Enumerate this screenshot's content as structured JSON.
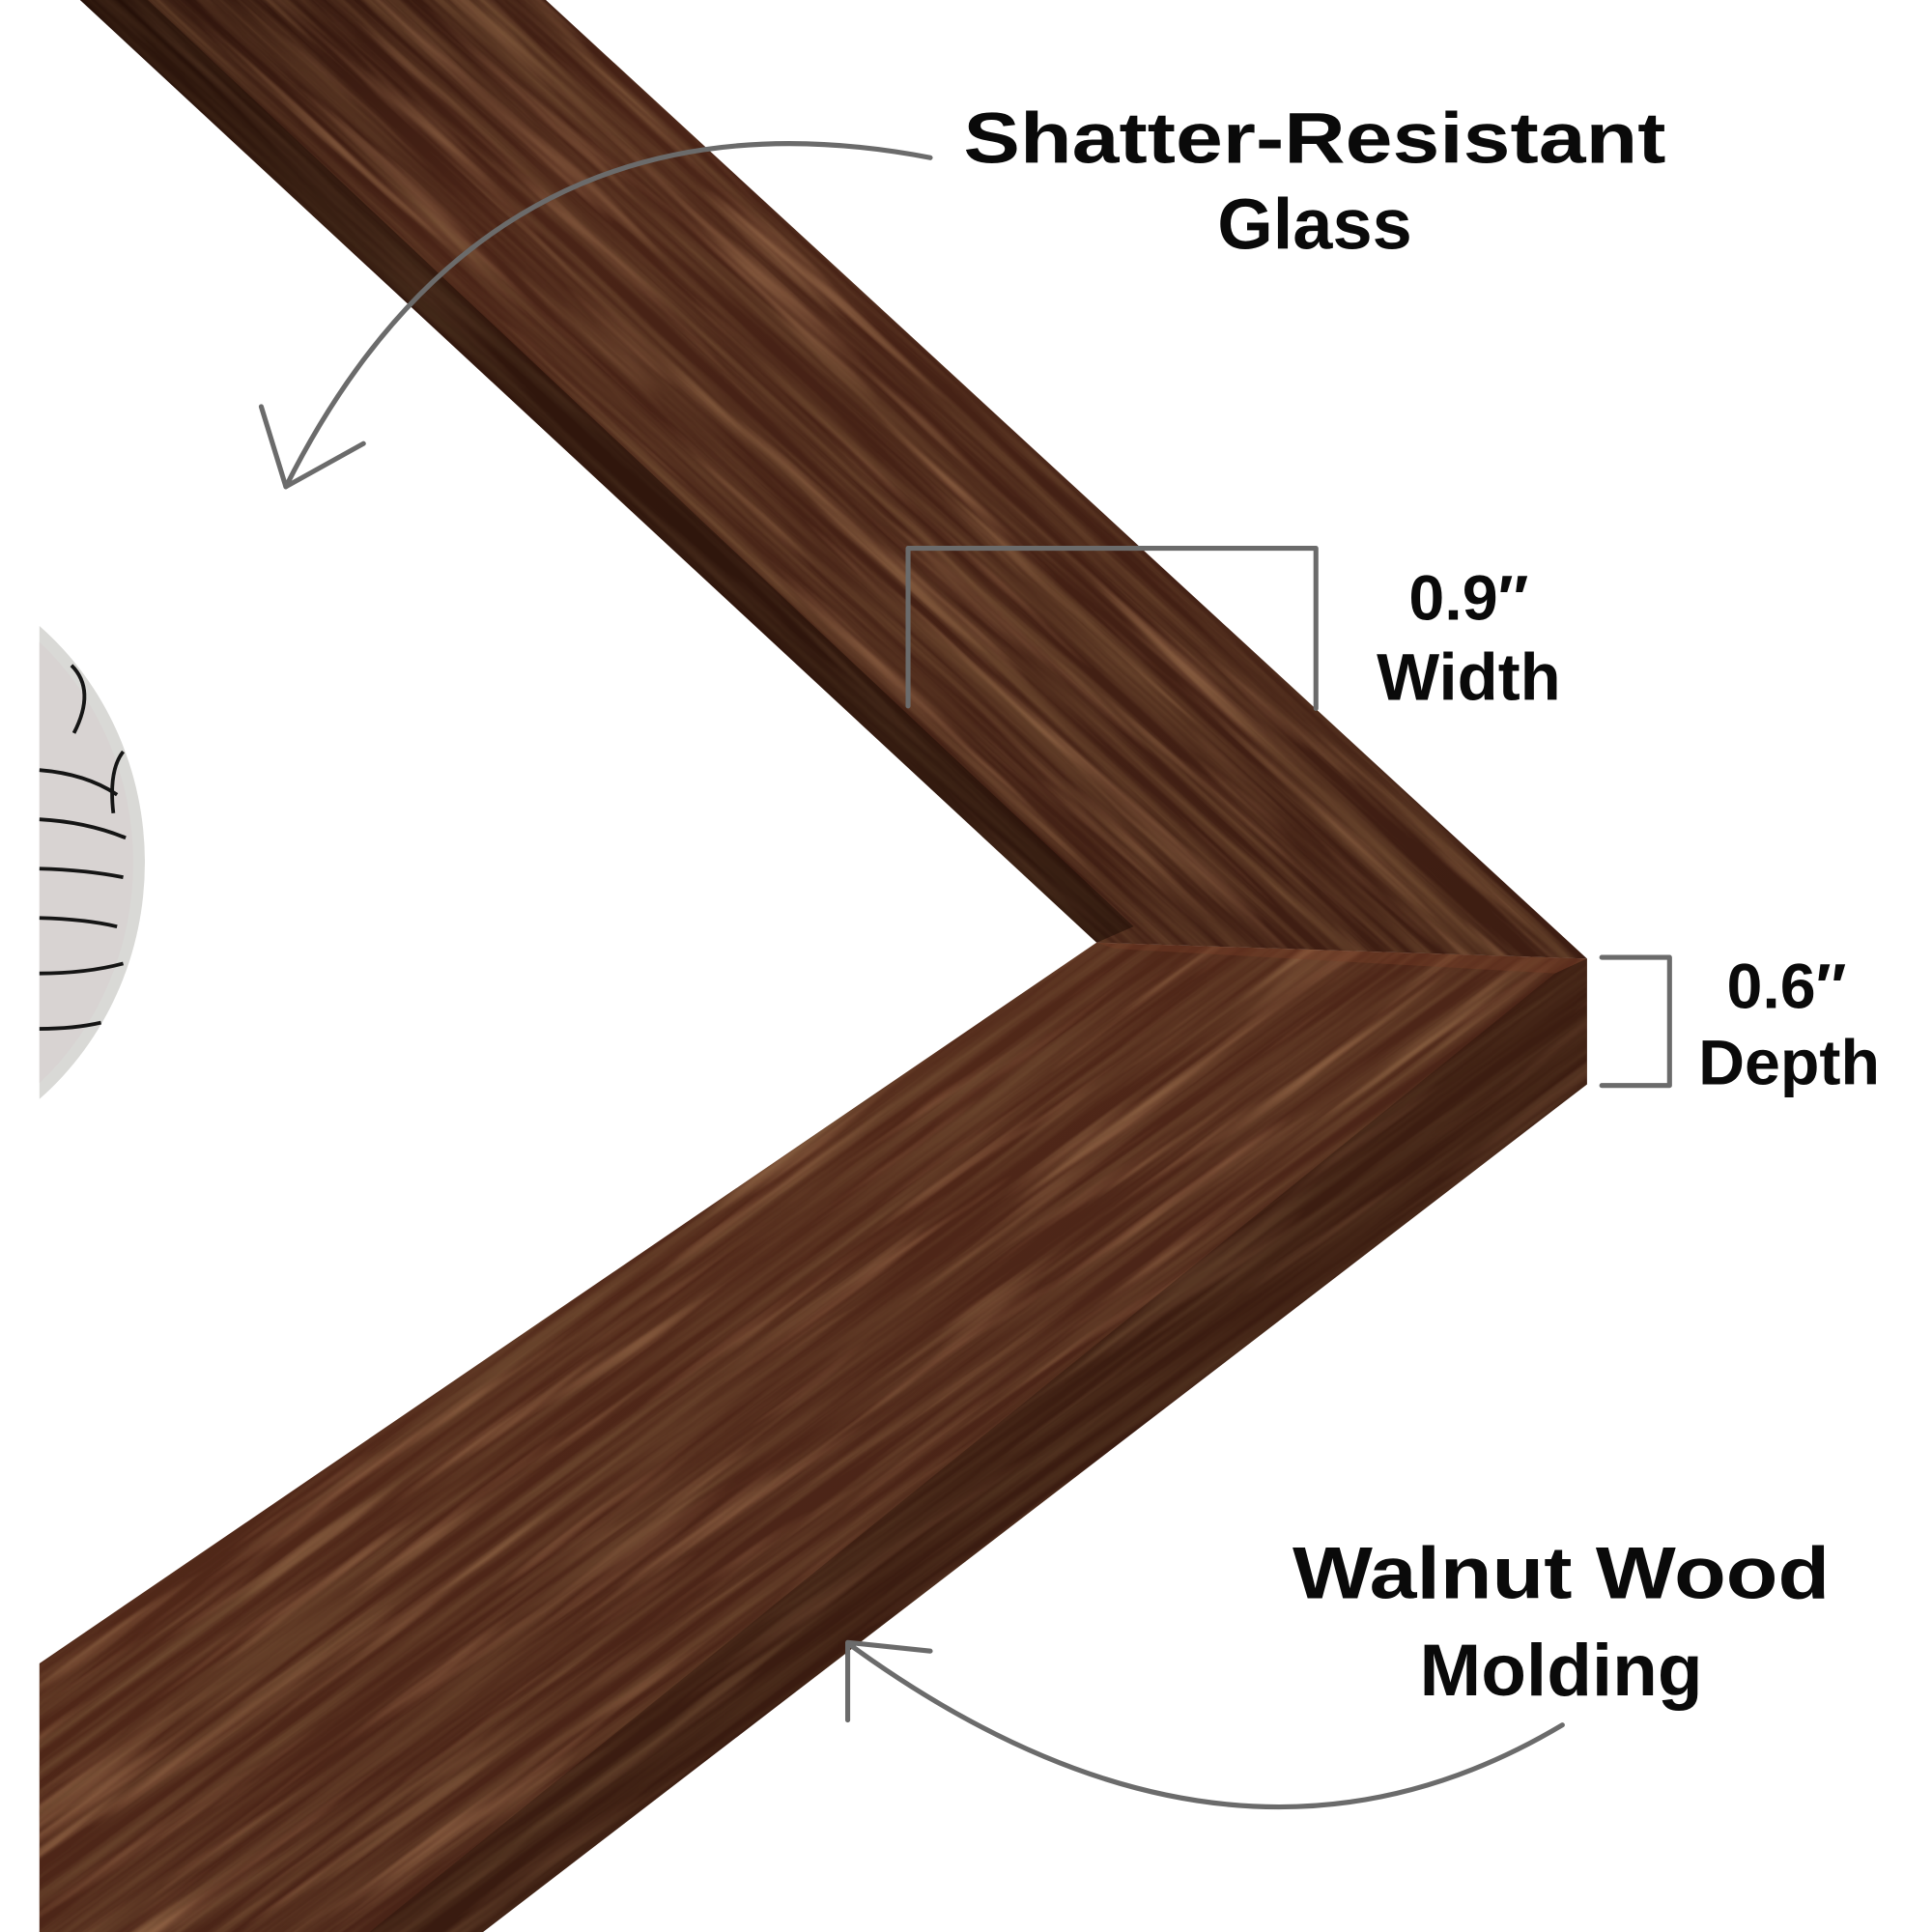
{
  "callouts": {
    "glass": {
      "line1": "Shatter-Resistant",
      "line2": "Glass"
    },
    "width": {
      "value": "0.9″",
      "label": "Width"
    },
    "depth": {
      "value": "0.6″",
      "label": "Depth"
    },
    "molding": {
      "line1": "Walnut Wood",
      "line2": "Molding"
    }
  },
  "colors": {
    "wood_base": "#4a2417",
    "wood_dark": "#2c130b",
    "wood_light": "#6a3520",
    "annotation_stroke": "#6b6b6b",
    "text": "#0a0a0a"
  },
  "icons": [
    "curved-arrow-icon",
    "bracket-icon"
  ]
}
